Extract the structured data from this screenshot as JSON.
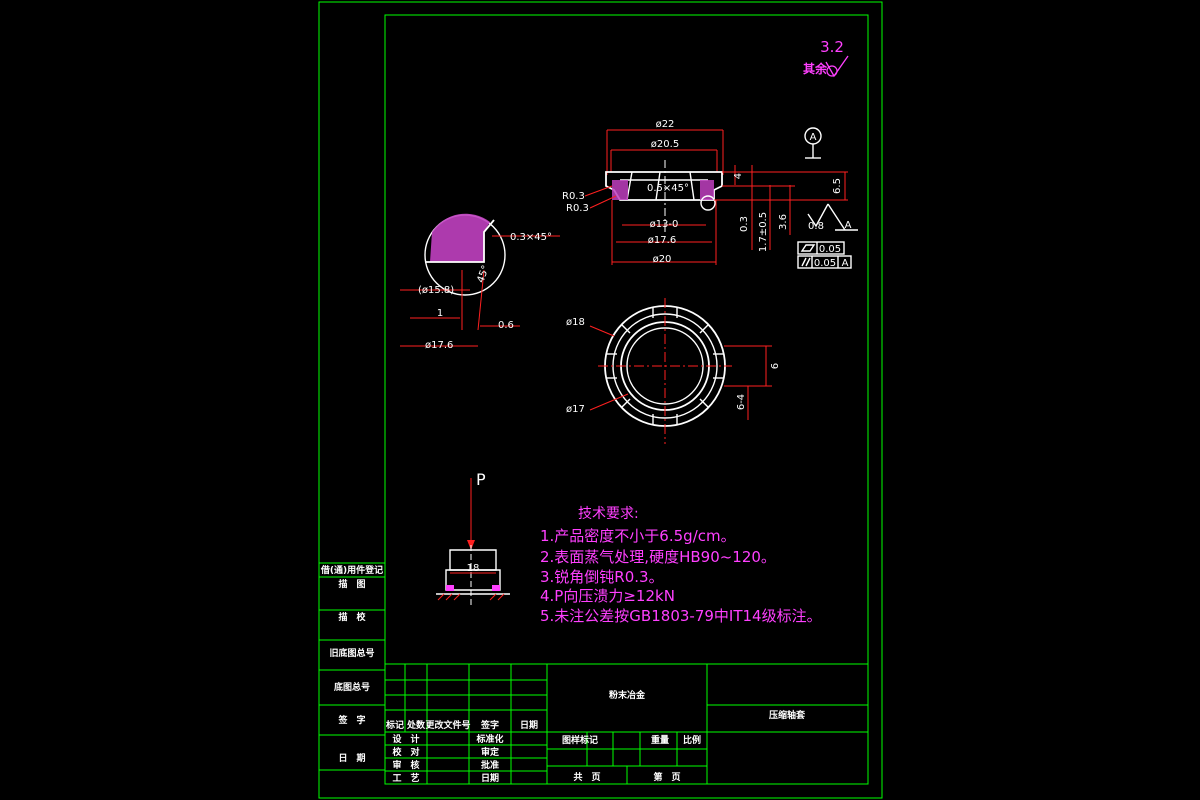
{
  "roughness": {
    "value": "3.2",
    "label": "其余"
  },
  "datum": {
    "label": "A"
  },
  "dims": {
    "d22": "ø22",
    "d20_5": "ø20.5",
    "chamfer": "0.5×45°",
    "r1": "R0.3",
    "r2": "R0.3",
    "d13": "ø13-0",
    "d17_6": "ø17.6",
    "d20": "ø20",
    "h4": "4",
    "h6_5": "6.5",
    "h0_3": "0.3",
    "h1_7": "1.7±0.5",
    "h3_6": "3.6",
    "ra": "0.8",
    "ra_ref": "A",
    "flat_tol": "0.05",
    "par_tol": "0.05",
    "par_ref": "A",
    "detail_chamfer": "0.3×45°",
    "detail_d15_8": "(ø15.8)",
    "detail_45": "45°",
    "detail_1": "1",
    "detail_0_6": "0.6",
    "detail_d17_6": "ø17.6",
    "c18": "ø18",
    "c17": "ø17",
    "c6": "6",
    "c6_4": "6-4",
    "load": "P",
    "load_w": "18"
  },
  "notes": {
    "title": "技术要求:",
    "lines": [
      "1.产品密度不小于6.5g/cm。",
      "2.表面蒸气处理,硬度HB90~120。",
      "3.锐角倒钝R0.3。",
      "4.P向压溃力≥12kN",
      "5.未注公差按GB1803-79中IT14级标注。"
    ]
  },
  "side_block": [
    "借(通)用件登记",
    "描　图",
    "描　校",
    "旧底图总号",
    "底图总号",
    "签　字",
    "日　期"
  ],
  "title_block": {
    "center_title": "粉末冶金",
    "part_name": "压缩轴套",
    "rev_headers": [
      "标记",
      "处数",
      "更改文件号",
      "签字",
      "日期"
    ],
    "left_rows": [
      "设　计",
      "校　对",
      "审　核",
      "工　艺"
    ],
    "mid_rows": [
      "标准化",
      "审定",
      "批准",
      "日期"
    ],
    "stage_label": "图样标记",
    "weight_label": "重量",
    "scale_label": "比例",
    "total_pages": "共　页",
    "page_no": "第　页"
  }
}
